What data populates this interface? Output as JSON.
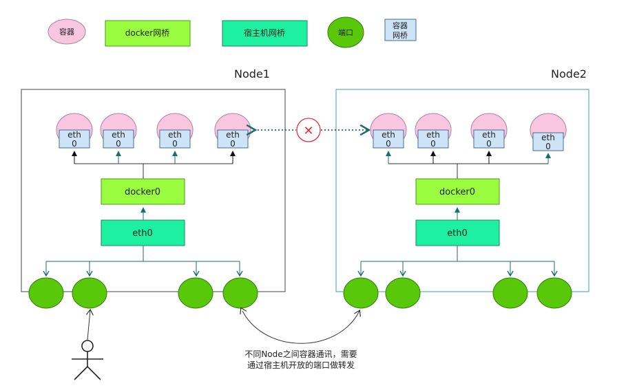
{
  "legend": {
    "container": "容器",
    "docker_bridge": "docker网桥",
    "host_bridge": "宿主机网桥",
    "port": "端口",
    "container_bridge_line1": "容器",
    "container_bridge_line2": "网桥"
  },
  "nodes": [
    {
      "title": "Node1",
      "eth_line1": "eth",
      "eth_line2": "0",
      "docker_label": "docker0",
      "host_label": "eth0"
    },
    {
      "title": "Node2",
      "eth_line1": "eth",
      "eth_line2": "0",
      "docker_label": "docker0",
      "host_label": "eth0"
    }
  ],
  "blocked_symbol": "✕",
  "note": {
    "line1": "不同Node之间容器通讯，需要",
    "line2": "通过宿主机开放的端口做转发"
  },
  "colors": {
    "container_fill": "#f9c6df",
    "container_stroke": "#b07fa0",
    "eth_fill": "#cfe3f7",
    "eth_stroke": "#3f6d96",
    "docker_fill": "#9afc3e",
    "docker_stroke": "#4a9a1a",
    "host_fill": "#1df0a0",
    "host_stroke": "#168a5c",
    "port_fill": "#59c80a",
    "port_stroke": "#2f7d06",
    "node1_border": "#444444",
    "node2_border": "#3aa3a0",
    "teal_link": "#196e6e",
    "blocked_red": "#e03131"
  }
}
